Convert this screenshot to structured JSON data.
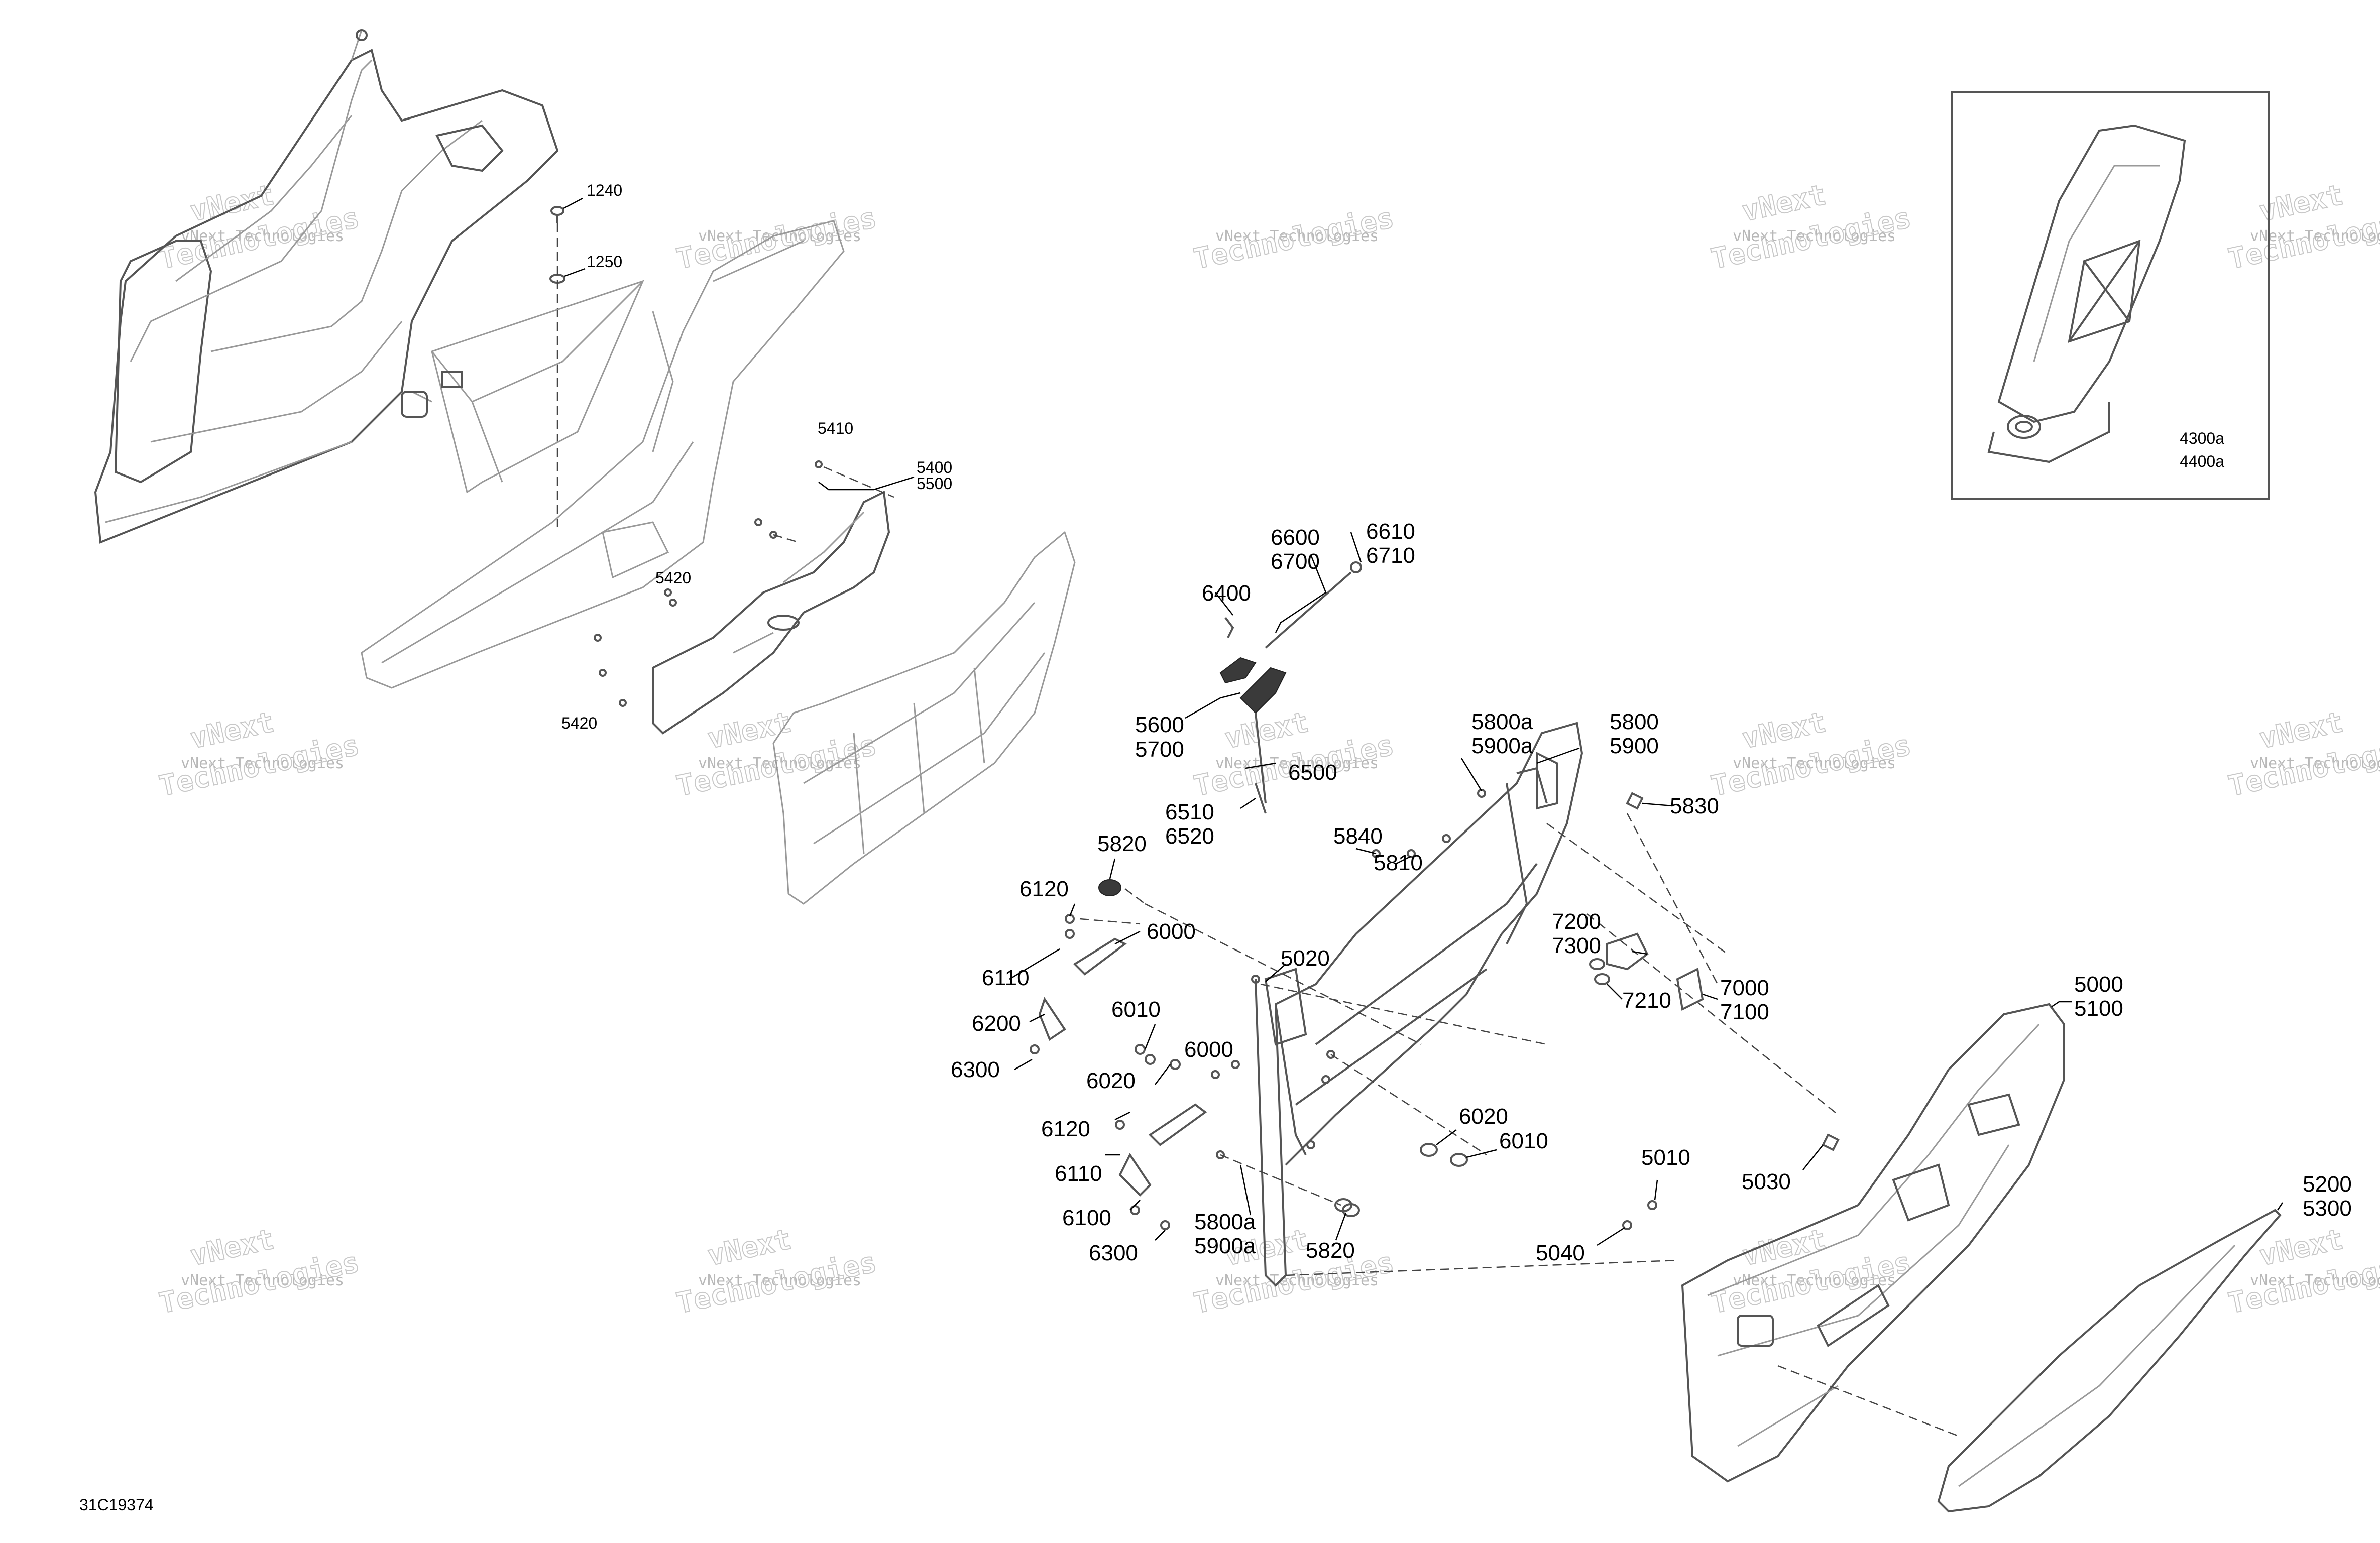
{
  "drawing_id": "31C19374",
  "watermark": {
    "line1": "vNext Technologies",
    "line2": "vNext",
    "line3": "Technologies"
  },
  "inset_labels": [
    "4300a",
    "4400a"
  ],
  "callouts": {
    "c1240": "1240",
    "c1250": "1250",
    "c5410": "5410",
    "c5400": "5400",
    "c5500": "5500",
    "c5420a": "5420",
    "c5420b": "5420",
    "c6600": "6600",
    "c6700": "6700",
    "c6610": "6610",
    "c6710": "6710",
    "c6400": "6400",
    "c5600": "5600",
    "c5700": "5700",
    "c6500": "6500",
    "c6510": "6510",
    "c6520": "6520",
    "c5800a": "5800a",
    "c5900a": "5900a",
    "c5800": "5800",
    "c5900": "5900",
    "c5830": "5830",
    "c5840": "5840",
    "c5810": "5810",
    "c5820a": "5820",
    "c6120a": "6120",
    "c6000a": "6000",
    "c6110a": "6110",
    "c6200": "6200",
    "c6300a": "6300",
    "c5020": "5020",
    "c6010a": "6010",
    "c6020a": "6020",
    "c6000b": "6000",
    "c6120b": "6120",
    "c6110b": "6110",
    "c6100": "6100",
    "c6300b": "6300",
    "c5800a2": "5800a",
    "c5900a2": "5900a",
    "c5820b": "5820",
    "c6020b": "6020",
    "c6010b": "6010",
    "c7200": "7200",
    "c7300": "7300",
    "c7210": "7210",
    "c7000": "7000",
    "c7100": "7100",
    "c5000": "5000",
    "c5100": "5100",
    "c5010": "5010",
    "c5030": "5030",
    "c5040": "5040",
    "c5200": "5200",
    "c5300": "5300"
  }
}
